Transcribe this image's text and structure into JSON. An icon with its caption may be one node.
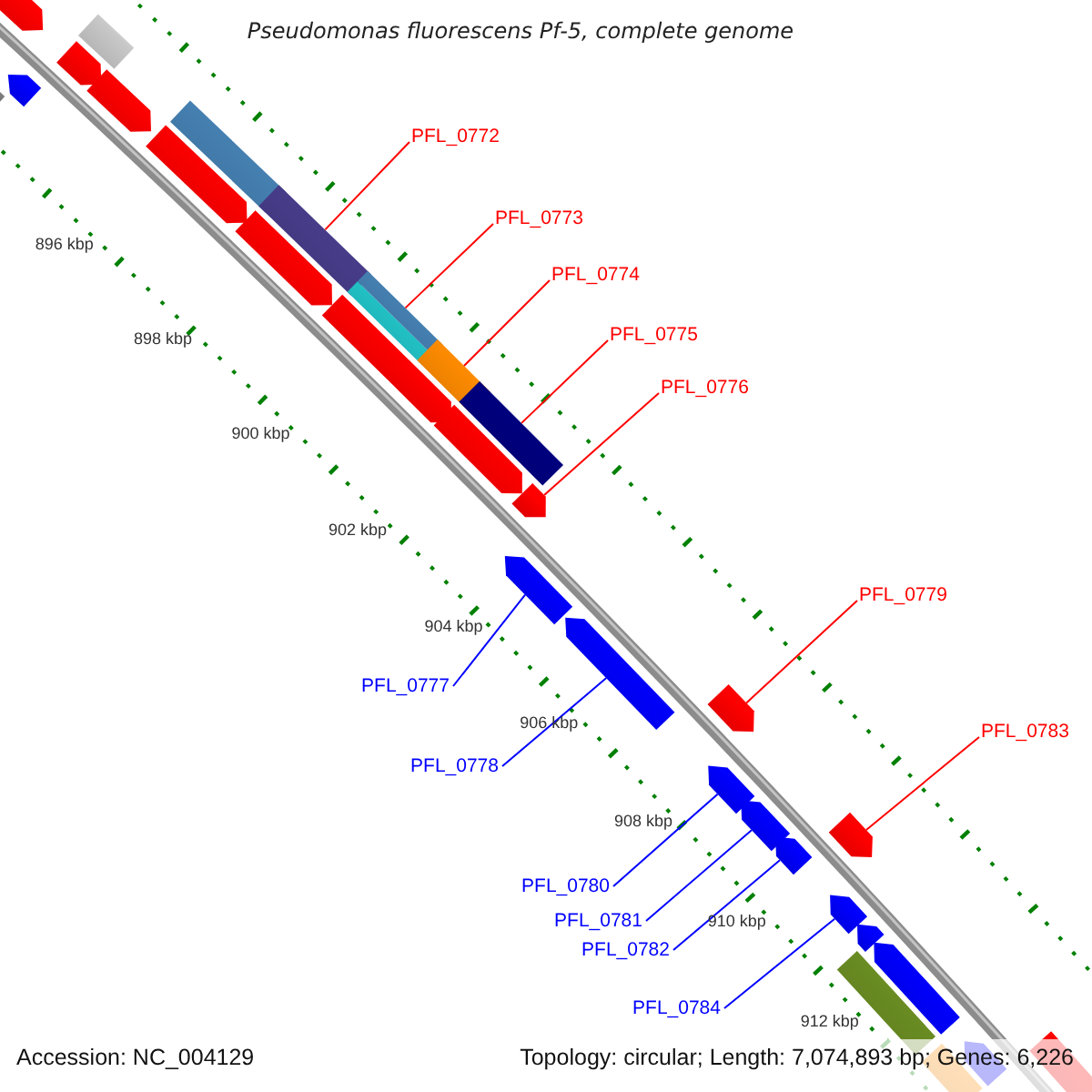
{
  "diagram": {
    "title": "Pseudomonas fluorescens Pf-5, complete genome",
    "nodes": [
      {
        "text": [
          "PFL_0772"
        ]
      },
      {
        "text": [
          "PFL_0773"
        ]
      },
      {
        "text": [
          "PFL_0774"
        ]
      },
      {
        "text": [
          "PFL_0775"
        ]
      },
      {
        "text": [
          "PFL_0776"
        ]
      },
      {
        "text": [
          "PFL_0779"
        ]
      },
      {
        "text": [
          "PFL_0777"
        ]
      },
      {
        "text": [
          "PFL_0783"
        ]
      },
      {
        "text": [
          "PFL_0778"
        ]
      },
      {
        "text": [
          "PFL_0780"
        ]
      },
      {
        "text": [
          "PFL_0781"
        ]
      },
      {
        "text": [
          "PFL_0782"
        ]
      },
      {
        "text": [
          "PFL_0784"
        ]
      },
      {
        "text": [],
        "shape": "bar"
      },
      {
        "text": [],
        "shape": "arrow"
      },
      {
        "text": [],
        "shape": "arrow"
      },
      {
        "text": [],
        "shape": "arrow"
      },
      {
        "text": [],
        "shape": "bar"
      },
      {
        "text": [],
        "shape": "arrow"
      },
      {
        "text": [],
        "shape": "arrow"
      },
      {
        "text": [],
        "shape": "bar"
      },
      {
        "text": [],
        "shape": "arrow"
      },
      {
        "text": [],
        "shape": "bar"
      },
      {
        "text": [],
        "shape": "arrow"
      },
      {
        "text": [],
        "shape": "bar"
      },
      {
        "text": [],
        "shape": "arrow"
      },
      {
        "text": [],
        "shape": "bar"
      },
      {
        "text": [],
        "shape": "arrow"
      },
      {
        "text": [],
        "shape": "bar"
      },
      {
        "text": [],
        "shape": "arrow"
      },
      {
        "text": [],
        "shape": "arrow"
      },
      {
        "text": [],
        "shape": "arrow"
      },
      {
        "text": [],
        "shape": "arrow"
      },
      {
        "text": [],
        "shape": "arrow"
      },
      {
        "text": [],
        "shape": "arrow"
      },
      {
        "text": [],
        "shape": "arrow"
      },
      {
        "text": [],
        "shape": "arrow"
      },
      {
        "text": [],
        "shape": "arrow"
      },
      {
        "text": [],
        "shape": "arrow"
      },
      {
        "text": [],
        "shape": "bar"
      },
      {
        "text": [],
        "shape": "arrow"
      },
      {
        "text": [],
        "shape": "bar"
      },
      {
        "text": [],
        "shape": "arrow"
      },
      {
        "text": [],
        "shape": "arrow"
      }
    ],
    "edges": [
      {
        "from": 0,
        "to": 22,
        "arrow": "none"
      },
      {
        "from": 1,
        "to": 24,
        "arrow": "none"
      },
      {
        "from": 2,
        "to": 26,
        "arrow": "none"
      },
      {
        "from": 3,
        "to": 28,
        "arrow": "none"
      },
      {
        "from": 4,
        "to": 29,
        "arrow": "none"
      },
      {
        "from": 5,
        "to": 33,
        "arrow": "none"
      },
      {
        "from": 6,
        "to": 30,
        "arrow": "none",
        "color": "#0000ff"
      },
      {
        "from": 7,
        "to": 37,
        "arrow": "none"
      },
      {
        "from": 8,
        "to": 31,
        "arrow": "none",
        "color": "#0000ff"
      },
      {
        "from": 9,
        "to": 32,
        "arrow": "none",
        "color": "#0000ff"
      },
      {
        "from": 10,
        "to": 34,
        "arrow": "none",
        "color": "#0000ff"
      },
      {
        "from": 11,
        "to": 35,
        "arrow": "none",
        "color": "#0000ff"
      },
      {
        "from": 12,
        "to": 36,
        "arrow": "none",
        "color": "#0000ff"
      }
    ],
    "labels": [
      "896 kbp",
      "898 kbp",
      "900 kbp",
      "902 kbp",
      "904 kbp",
      "906 kbp",
      "908 kbp",
      "910 kbp",
      "912 kbp",
      "Accession: NC_004129",
      "Topology: circular; Length: 7,074,893 bp; Genes: 6,226"
    ]
  }
}
